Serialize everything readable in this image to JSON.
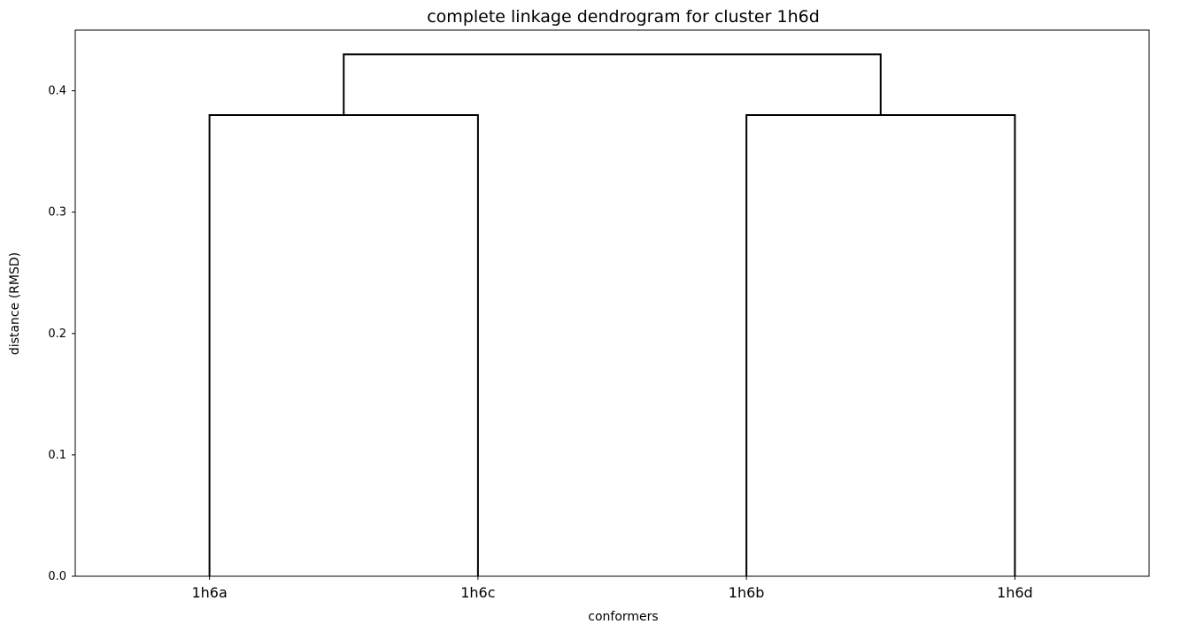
{
  "chart_data": {
    "type": "dendrogram",
    "title": "complete linkage dendrogram for cluster 1h6d",
    "xlabel": "conformers",
    "ylabel": "distance (RMSD)",
    "leaves": [
      "1h6a",
      "1h6c",
      "1h6b",
      "1h6d"
    ],
    "ylim": [
      0,
      0.45
    ],
    "yticks": [
      0.0,
      0.1,
      0.2,
      0.3,
      0.4
    ],
    "ytick_labels": [
      "0.0",
      "0.1",
      "0.2",
      "0.3",
      "0.4"
    ],
    "merges": [
      {
        "left": "1h6a",
        "right": "1h6c",
        "height": 0.38
      },
      {
        "left": "1h6b",
        "right": "1h6d",
        "height": 0.38
      },
      {
        "left": "1h6a+1h6c",
        "right": "1h6b+1h6d",
        "height": 0.43
      }
    ],
    "line_color": "#000000",
    "grid": false,
    "legend": "none"
  }
}
